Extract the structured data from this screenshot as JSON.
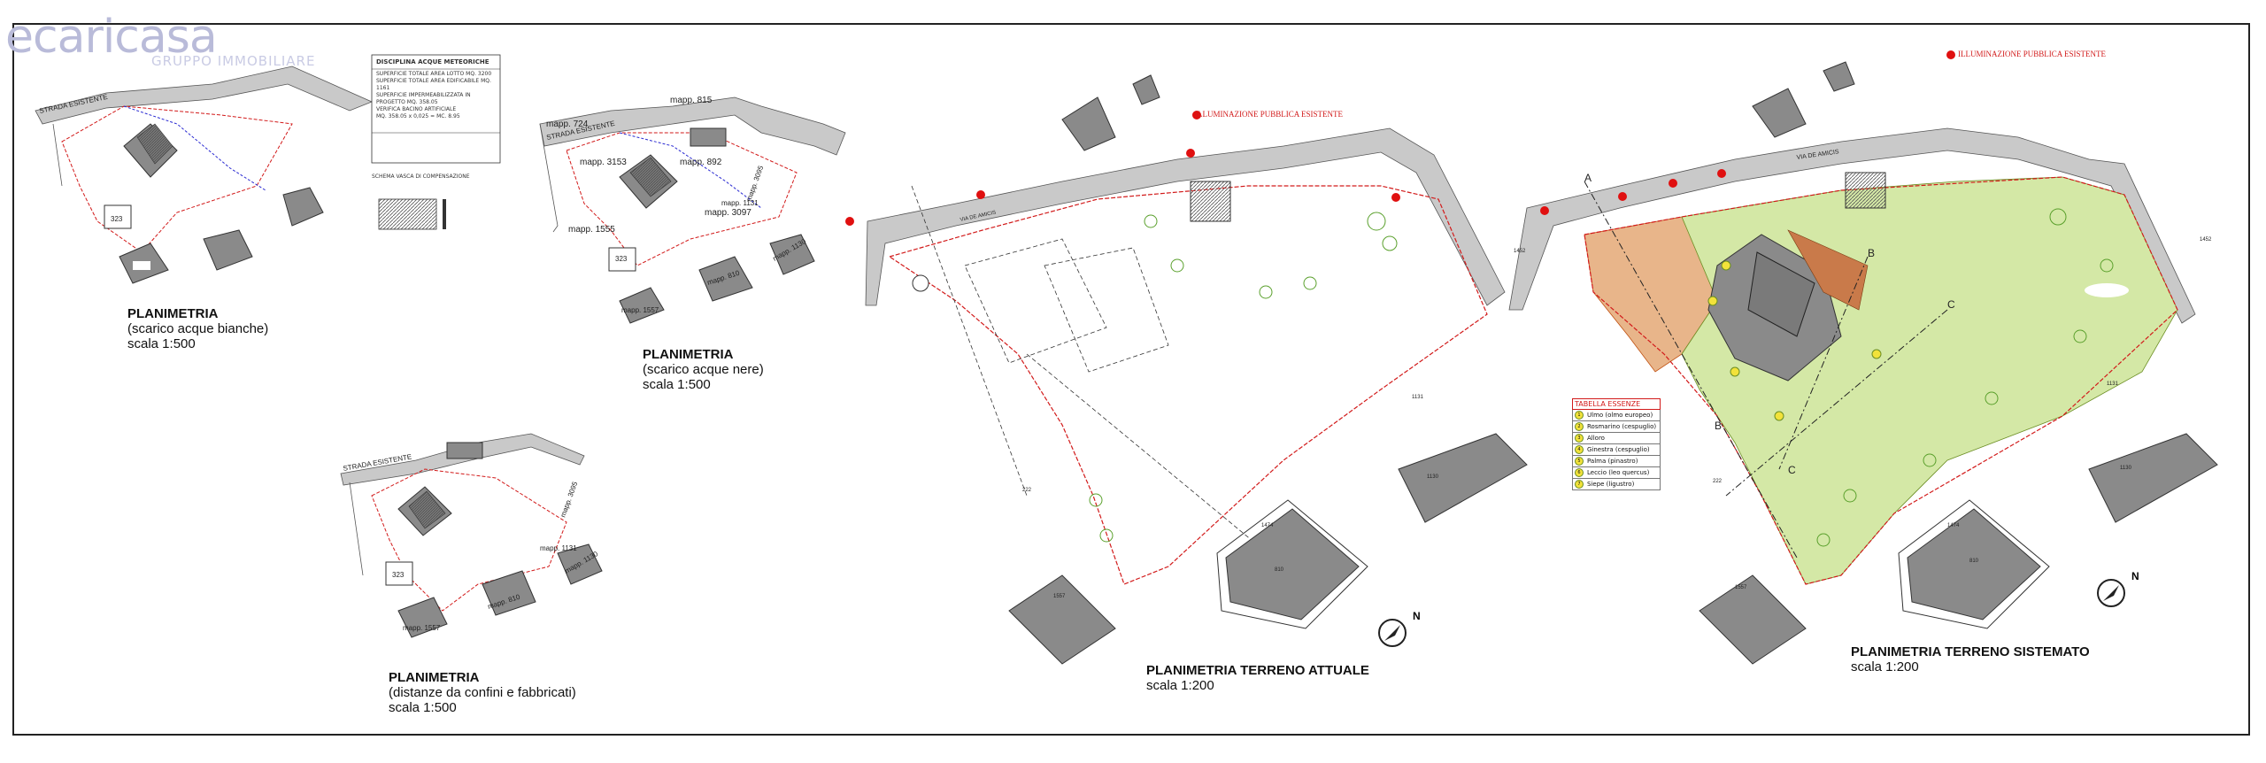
{
  "logo": {
    "word": "ecaricasa",
    "subtitle": "GRUPPO IMMOBILIARE"
  },
  "lighting_note": "ILLUMINAZIONE PUBBLICA ESISTENTE",
  "north_label": "N",
  "panels": [
    {
      "id": "bianche",
      "title": "PLANIMETRIA",
      "subtitle": "(scarico acque bianche)",
      "scale": "scala 1:500"
    },
    {
      "id": "nere",
      "title": "PLANIMETRIA",
      "subtitle": "(scarico acque nere)",
      "scale": "scala 1:500"
    },
    {
      "id": "distanze",
      "title": "PLANIMETRIA",
      "subtitle": "(distanze da confini e fabbricati)",
      "scale": "scala 1:500"
    },
    {
      "id": "attuale",
      "title": "PLANIMETRIA TERRENO ATTUALE",
      "scale": "scala 1:200"
    },
    {
      "id": "sistemato",
      "title": "PLANIMETRIA TERRENO SISTEMATO",
      "scale": "scala 1:200"
    }
  ],
  "map_labels": {
    "strada_esistente": "STRADA ESISTENTE",
    "via_de_amicis": "VIA DE AMICIS",
    "mapp_724": "mapp. 724",
    "mapp_815": "mapp. 815",
    "mapp_3153": "mapp. 3153",
    "mapp_892": "mapp. 892",
    "mapp_3097": "mapp. 3097",
    "mapp_1555": "mapp. 1555",
    "mapp_1131": "mapp. 1131",
    "mapp_3095": "mapp. 3095",
    "mapp_1130": "mapp. 1130",
    "mapp_1557": "mapp. 1557",
    "mapp_810": "mapp. 810",
    "n323": "323",
    "n222": "222",
    "n1452": "1452",
    "n1474": "1474",
    "n1131": "1131",
    "n1130": "1130",
    "n1557": "1557",
    "n810": "810",
    "sec_a": "A",
    "sec_b": "B",
    "sec_c": "C"
  },
  "discipline_box": {
    "title": "DISCIPLINA ACQUE METEORICHE",
    "lines": [
      "SUPERFICIE TOTALE AREA LOTTO    MQ. 3200",
      "SUPERFICIE TOTALE AREA EDIFICABILE    MQ. 1161",
      "SUPERFICIE IMPERMEABILIZZATA IN PROGETTO    MQ. 358.05",
      "VERIFICA BACINO ARTIFICIALE",
      "MQ. 358.05 x 0,025 =    MC. 8.95"
    ],
    "scheme_title": "SCHEMA VASCA DI COMPENSAZIONE"
  },
  "legend": {
    "title": "TABELLA ESSENZE",
    "rows": [
      {
        "n": "1",
        "label": "Ulmo (olmo europeo)"
      },
      {
        "n": "2",
        "label": "Rosmarino (cespuglio)"
      },
      {
        "n": "3",
        "label": "Alloro"
      },
      {
        "n": "4",
        "label": "Ginestra (cespuglio)"
      },
      {
        "n": "5",
        "label": "Palma (pinastro)"
      },
      {
        "n": "6",
        "label": "Leccio (leo quercus)"
      },
      {
        "n": "7",
        "label": "Siepe (ligustro)"
      }
    ]
  },
  "colors": {
    "road": "#c9c9c9",
    "building": "#8a8a8a",
    "boundary": "#d21a1a",
    "lighting": "#e01010",
    "lawn": "#d4e8a6",
    "terrace": "#e8b58a",
    "logo": "#b9bbd9"
  }
}
